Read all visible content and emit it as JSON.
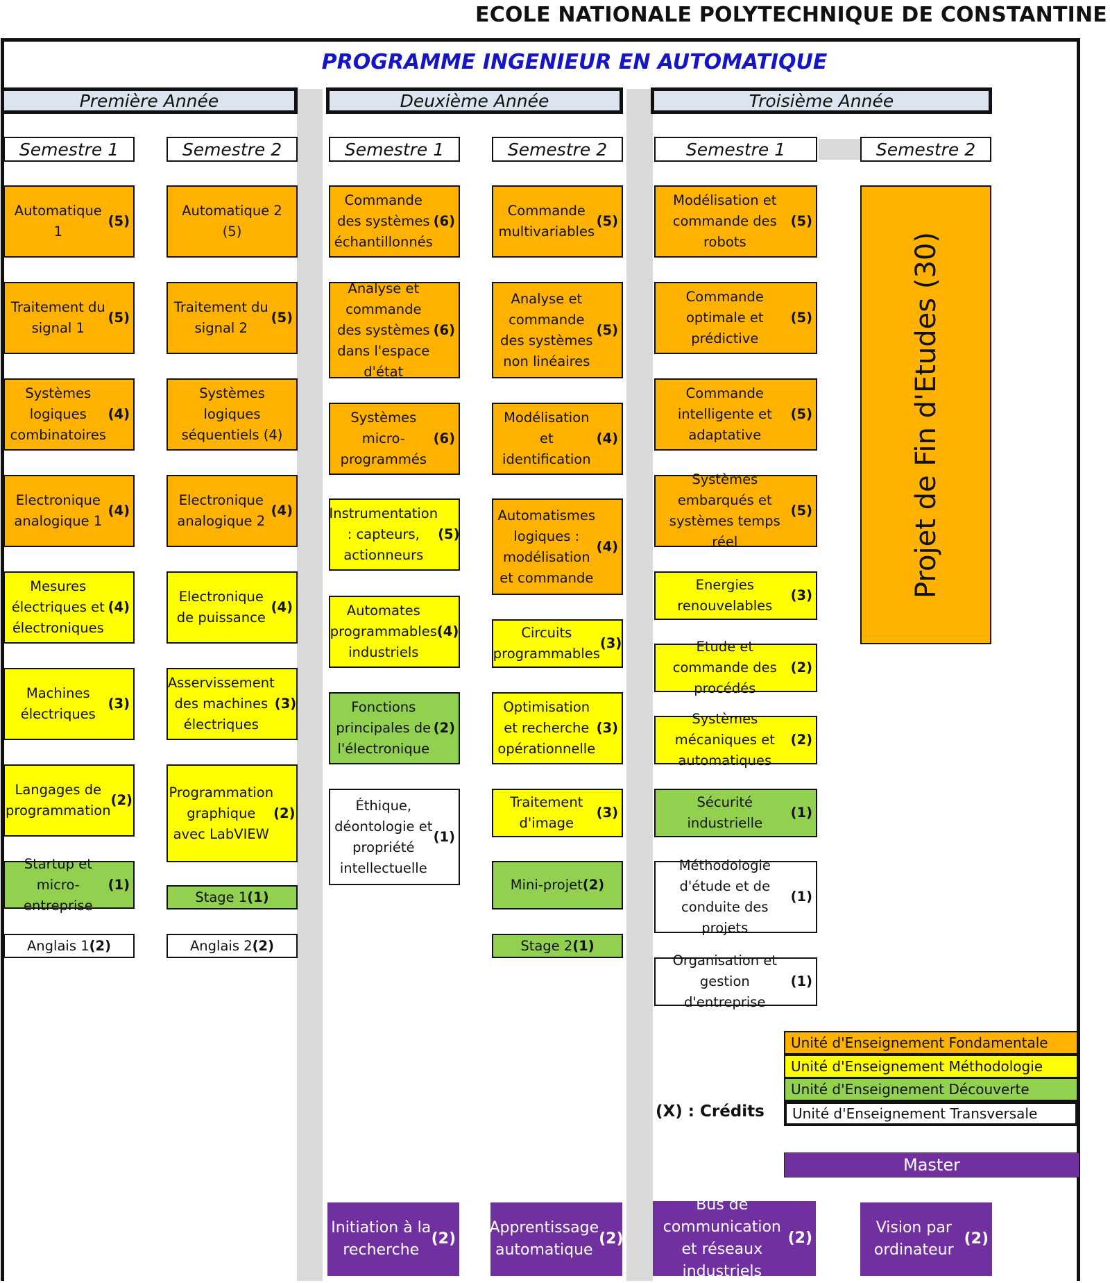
{
  "header": {
    "school": "ECOLE NATIONALE POLYTECHNIQUE DE CONSTANTINE",
    "program_title": "PROGRAMME INGENIEUR EN AUTOMATIQUE"
  },
  "years": [
    "Première Année",
    "Deuxième Année",
    "Troisième Année"
  ],
  "semesters": [
    "Semestre 1",
    "Semestre 2",
    "Semestre 1",
    "Semestre 2",
    "Semestre 1",
    "Semestre 2"
  ],
  "columns": [
    {
      "courses": [
        {
          "text": "Automatique 1",
          "credits": "(5)",
          "unit": "F"
        },
        {
          "text": "Traitement du signal 1",
          "credits": "(5)",
          "unit": "F"
        },
        {
          "text": "Systèmes logiques combinatoires",
          "credits": "(4)",
          "unit": "F"
        },
        {
          "text": "Electronique analogique 1",
          "credits": "(4)",
          "unit": "F"
        },
        {
          "text": "Mesures électriques et électroniques",
          "credits": "(4)",
          "unit": "M"
        },
        {
          "text": "Machines électriques",
          "credits": "(3)",
          "unit": "M"
        },
        {
          "text": "Langages de programmation",
          "credits": "(2)",
          "unit": "M"
        },
        {
          "text": "Startup et micro-entreprise",
          "credits": "(1)",
          "unit": "D"
        },
        {
          "text": "Anglais 1",
          "credits": "(2)",
          "unit": "T"
        }
      ]
    },
    {
      "courses": [
        {
          "text": "Automatique 2 (5)",
          "credits": "",
          "unit": "F"
        },
        {
          "text": "Traitement du signal 2",
          "credits": "(5)",
          "unit": "F"
        },
        {
          "text": "Systèmes logiques séquentiels (4)",
          "credits": "",
          "unit": "F"
        },
        {
          "text": "Electronique analogique 2",
          "credits": "(4)",
          "unit": "F"
        },
        {
          "text": "Electronique de puissance",
          "credits": "(4)",
          "unit": "M"
        },
        {
          "text": "Asservissement des machines électriques",
          "credits": "(3)",
          "unit": "M"
        },
        {
          "text": "Programmation graphique avec LabVIEW",
          "credits": "(2)",
          "unit": "M"
        },
        {
          "text": "Stage 1",
          "credits": "(1)",
          "unit": "D"
        },
        {
          "text": "Anglais 2",
          "credits": "(2)",
          "unit": "T"
        }
      ]
    },
    {
      "courses": [
        {
          "text": "Commande des systèmes échantillonnés",
          "credits": "(6)",
          "unit": "F"
        },
        {
          "text": "Analyse et commande des systèmes dans l'espace d'état",
          "credits": "(6)",
          "unit": "F"
        },
        {
          "text": "Systèmes micro-programmés",
          "credits": "(6)",
          "unit": "F"
        },
        {
          "text": "Instrumentation : capteurs, actionneurs",
          "credits": "(5)",
          "unit": "M"
        },
        {
          "text": "Automates programmables industriels",
          "credits": "(4)",
          "unit": "M"
        },
        {
          "text": "Fonctions principales de l'électronique",
          "credits": "(2)",
          "unit": "D"
        },
        {
          "text": "Éthique, déontologie et propriété intellectuelle",
          "credits": "(1)",
          "unit": "T"
        }
      ]
    },
    {
      "courses": [
        {
          "text": "Commande multivariables",
          "credits": "(5)",
          "unit": "F"
        },
        {
          "text": "Analyse et commande des systèmes non linéaires",
          "credits": "(5)",
          "unit": "F"
        },
        {
          "text": "Modélisation et identification",
          "credits": "(4)",
          "unit": "F"
        },
        {
          "text": "Automatismes logiques : modélisation et commande",
          "credits": "(4)",
          "unit": "F"
        },
        {
          "text": "Circuits programmables",
          "credits": "(3)",
          "unit": "M"
        },
        {
          "text": "Optimisation et recherche opérationnelle",
          "credits": "(3)",
          "unit": "M"
        },
        {
          "text": "Traitement d'image",
          "credits": "(3)",
          "unit": "M"
        },
        {
          "text": "Mini-projet",
          "credits": "(2)",
          "unit": "D"
        },
        {
          "text": "Stage 2",
          "credits": "(1)",
          "unit": "D"
        }
      ]
    },
    {
      "courses": [
        {
          "text": "Modélisation et commande des robots",
          "credits": "(5)",
          "unit": "F"
        },
        {
          "text": "Commande optimale et prédictive",
          "credits": "(5)",
          "unit": "F"
        },
        {
          "text": "Commande intelligente et adaptative",
          "credits": "(5)",
          "unit": "F"
        },
        {
          "text": "Systèmes embarqués et systèmes temps réel",
          "credits": "(5)",
          "unit": "F"
        },
        {
          "text": "Energies renouvelables",
          "credits": "(3)",
          "unit": "M"
        },
        {
          "text": "Etude et commande des procédés",
          "credits": "(2)",
          "unit": "M"
        },
        {
          "text": "Systèmes mécaniques et automatiques",
          "credits": "(2)",
          "unit": "M"
        },
        {
          "text": "Sécurité industrielle",
          "credits": "(1)",
          "unit": "D"
        },
        {
          "text": "Méthodologie d'étude et de conduite des projets",
          "credits": "(1)",
          "unit": "T"
        },
        {
          "text": "Organisation et gestion d'entreprise",
          "credits": "(1)",
          "unit": "T"
        }
      ]
    }
  ],
  "pfe": "Projet de Fin d'Etudes  (30)",
  "legend": {
    "fondamentale": "Unité d'Enseignement Fondamentale",
    "methodologie": "Unité d'Enseignement Méthodologie",
    "decouverte": "Unité d'Enseignement Découverte",
    "transversale": "Unité d'Enseignement  Transversale",
    "credits_note": "(X) : Crédits",
    "master": "Master"
  },
  "master_courses": [
    {
      "text": "Initiation à la recherche",
      "credits": "(2)"
    },
    {
      "text": "Apprentissage automatique",
      "credits": "(2)"
    },
    {
      "text": "Bus de communication et réseaux industriels",
      "credits": "(2)"
    },
    {
      "text": "Vision par ordinateur",
      "credits": "(2)"
    }
  ],
  "unit_colors": {
    "F": "#ffb300",
    "M": "#ffff00",
    "D": "#92d050",
    "T": "#ffffff",
    "Master": "#7030a0"
  }
}
